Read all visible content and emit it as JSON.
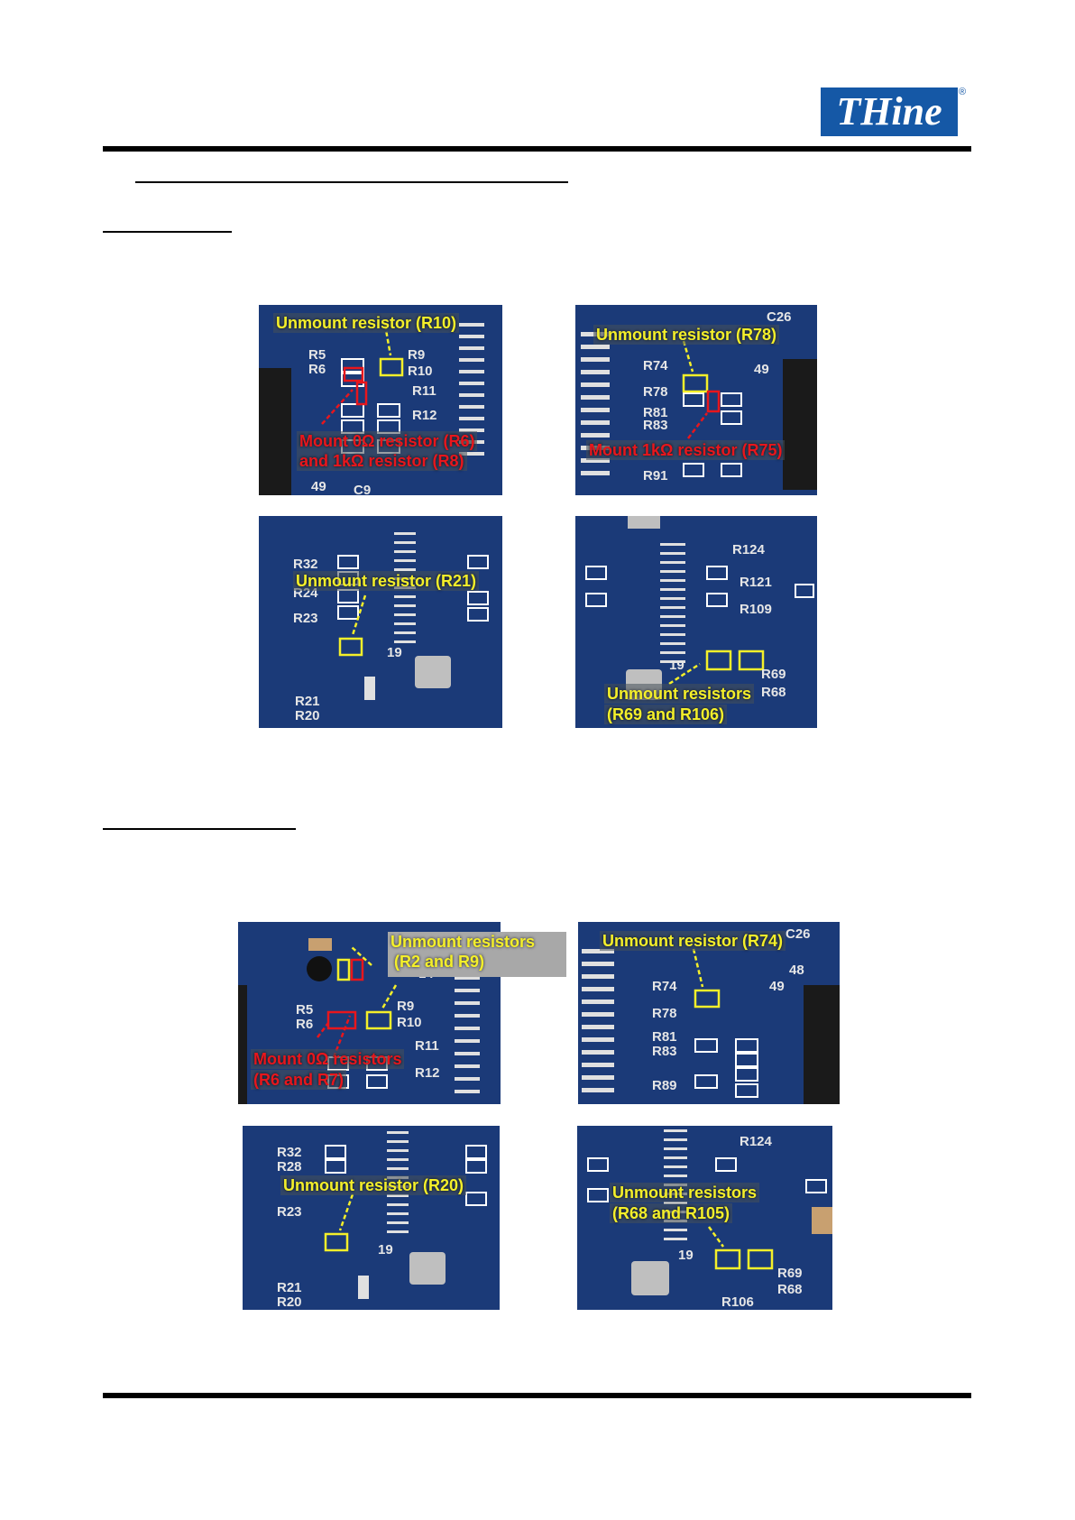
{
  "header": {
    "logo_text": "THine",
    "logo_mark": "®",
    "brand_color": "#1558a6"
  },
  "photos": {
    "p1": {
      "unmount": "Unmount resistor (R10)",
      "mount_line1": "Mount 0Ω resistor (R6)",
      "mount_line2": "and 1kΩ resistor (R8)"
    },
    "p2": {
      "unmount": "Unmount resistor (R78)",
      "mount": "Mount 1kΩ resistor (R75)"
    },
    "p3": {
      "unmount": "Unmount resistor (R21)"
    },
    "p4": {
      "line1": "Unmount resistors",
      "line2": "(R69 and R106)"
    },
    "p5": {
      "unmount_line1": "Unmount resistors",
      "unmount_line2": "(R2 and R9)",
      "mount_line1": "Mount 0Ω resistors",
      "mount_line2": "(R6 and R7)"
    },
    "p6": {
      "unmount": "Unmount resistor (R74)"
    },
    "p7": {
      "unmount": "Unmount resistor (R20)"
    },
    "p8": {
      "line1": "Unmount resistors",
      "line2": "(R68 and R105)"
    }
  },
  "colors": {
    "pcb": "#1b3a78",
    "highlight_yellow": "#f4ef2a",
    "highlight_red": "#e8161c"
  }
}
